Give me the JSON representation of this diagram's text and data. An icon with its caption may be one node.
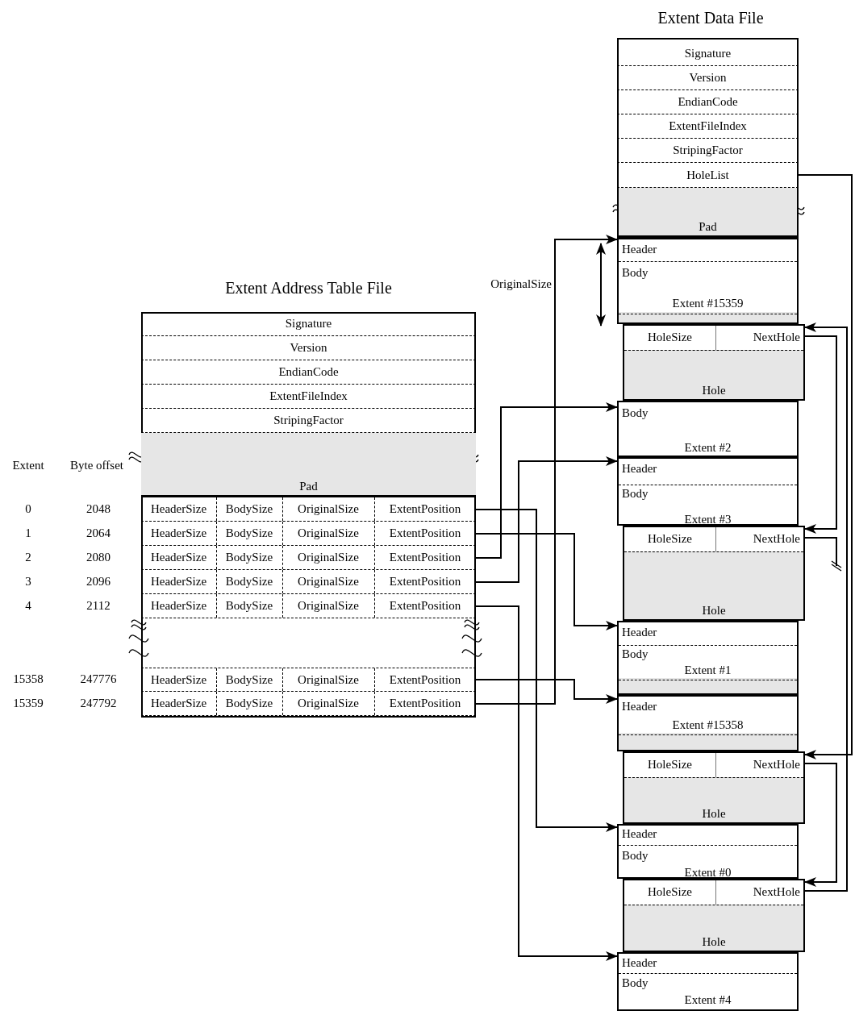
{
  "diagram": {
    "nodes": [
      {
        "text": [
          "Extent Address Table File"
        ]
      },
      {
        "text": [
          "Signature"
        ],
        "in": 0
      },
      {
        "text": [
          "Version"
        ],
        "in": 0
      },
      {
        "text": [
          "EndianCode"
        ],
        "in": 0
      },
      {
        "text": [
          "ExtentFileIndex"
        ],
        "in": 0
      },
      {
        "text": [
          "StripingFactor"
        ],
        "in": 0
      },
      {
        "text": [
          "Pad"
        ],
        "in": 0
      },
      {
        "text": [
          "HeaderSize",
          "BodySize",
          "OriginalSize",
          "ExtentPosition"
        ],
        "in": 0,
        "beside": [
          "2048"
        ]
      },
      {
        "text": [
          "HeaderSize",
          "BodySize",
          "OriginalSize",
          "ExtentPosition"
        ],
        "in": 0,
        "beside": [
          "2064"
        ]
      },
      {
        "text": [
          "HeaderSize",
          "BodySize",
          "OriginalSize",
          "ExtentPosition"
        ],
        "in": 0,
        "beside": [
          "2080"
        ]
      },
      {
        "text": [
          "HeaderSize",
          "BodySize",
          "OriginalSize",
          "ExtentPosition"
        ],
        "in": 0,
        "beside": [
          "2096"
        ]
      },
      {
        "text": [
          "HeaderSize",
          "BodySize",
          "OriginalSize",
          "ExtentPosition"
        ],
        "in": 0,
        "beside": [
          "2112"
        ]
      },
      {
        "text": [
          "HeaderSize",
          "BodySize",
          "OriginalSize",
          "ExtentPosition"
        ],
        "in": 0,
        "beside": [
          "247776"
        ]
      },
      {
        "text": [
          "HeaderSize",
          "BodySize",
          "OriginalSize",
          "ExtentPosition"
        ],
        "in": 0,
        "beside": [
          "247792"
        ]
      },
      {
        "text": [
          "Extent Data File"
        ]
      },
      {
        "text": [
          "Signature"
        ],
        "in": 14
      },
      {
        "text": [
          "Version"
        ],
        "in": 14
      },
      {
        "text": [
          "EndianCode"
        ],
        "in": 14
      },
      {
        "text": [
          "ExtentFileIndex"
        ],
        "in": 14
      },
      {
        "text": [
          "StripingFactor"
        ],
        "in": 14
      },
      {
        "text": [
          "HoleList"
        ],
        "in": 14
      },
      {
        "text": [
          "Pad"
        ],
        "in": 14
      },
      {
        "text": [
          "Header",
          "Body",
          "Extent #15359"
        ],
        "in": 14
      },
      {
        "text": [
          "HoleSize",
          "NextHole",
          "Hole"
        ],
        "in": 14
      },
      {
        "text": [
          "Body",
          "Extent #2"
        ],
        "in": 14
      },
      {
        "text": [
          "Header",
          "Body",
          "Extent #3"
        ],
        "in": 14
      },
      {
        "text": [
          "HoleSize",
          "NextHole",
          "Hole"
        ],
        "in": 14
      },
      {
        "text": [
          "Header",
          "Body",
          "Extent #1"
        ],
        "in": 14
      },
      {
        "text": [
          "Header",
          "Extent #15358"
        ],
        "in": 14
      },
      {
        "text": [
          "HoleSize",
          "NextHole",
          "Hole"
        ],
        "in": 14
      },
      {
        "text": [
          "Header",
          "Body",
          "Extent #0"
        ],
        "in": 14
      },
      {
        "text": [
          "HoleSize",
          "NextHole",
          "Hole"
        ],
        "in": 14
      },
      {
        "text": [
          "Header",
          "Body",
          "Extent #4"
        ],
        "in": 14
      }
    ],
    "edges": [
      {
        "from": 7,
        "to": 30,
        "arrow": "to"
      },
      {
        "from": 8,
        "to": 27,
        "arrow": "to"
      },
      {
        "from": 9,
        "to": 24,
        "arrow": "to"
      },
      {
        "from": 10,
        "to": 25,
        "arrow": "to"
      },
      {
        "from": 11,
        "to": 32,
        "arrow": "to"
      },
      {
        "from": 12,
        "to": 28,
        "arrow": "to"
      },
      {
        "from": 13,
        "to": 22,
        "arrow": "to"
      },
      {
        "from": 20,
        "to": 29,
        "arrow": "to"
      },
      {
        "from": 23,
        "to": 26,
        "arrow": "to"
      },
      {
        "from": 26,
        "to": null,
        "arrow": "other"
      },
      {
        "from": 29,
        "to": 31,
        "arrow": "to"
      },
      {
        "from": 31,
        "to": 23,
        "arrow": "to"
      }
    ],
    "labels": [
      "OriginalSize",
      "Extent",
      "Byte offset",
      "0",
      "1",
      "2",
      "3",
      "4",
      "15358",
      "15359"
    ]
  }
}
